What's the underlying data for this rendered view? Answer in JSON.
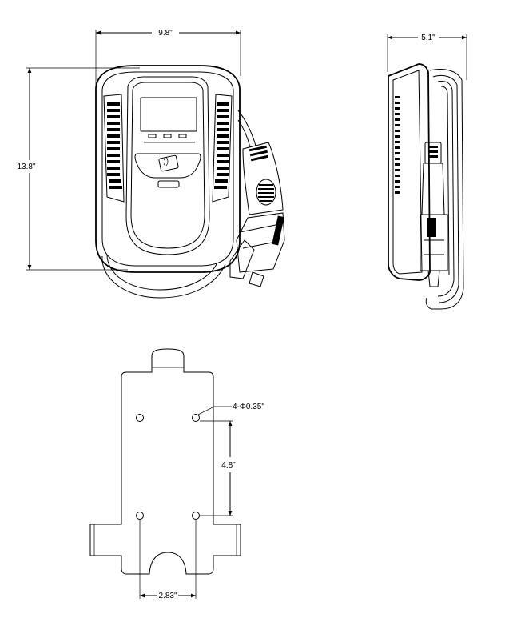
{
  "dimensions": {
    "front_width": "9.8\"",
    "front_height": "13.8\"",
    "side_depth": "5.1\"",
    "hole_callout": "4-Φ0.35\"",
    "hole_vertical_spacing": "4.8\"",
    "hole_horizontal_spacing": "2.83\""
  },
  "icons": {
    "rfid_reader": "rfid-card-icon",
    "led_indicators": "status-led-icon"
  }
}
